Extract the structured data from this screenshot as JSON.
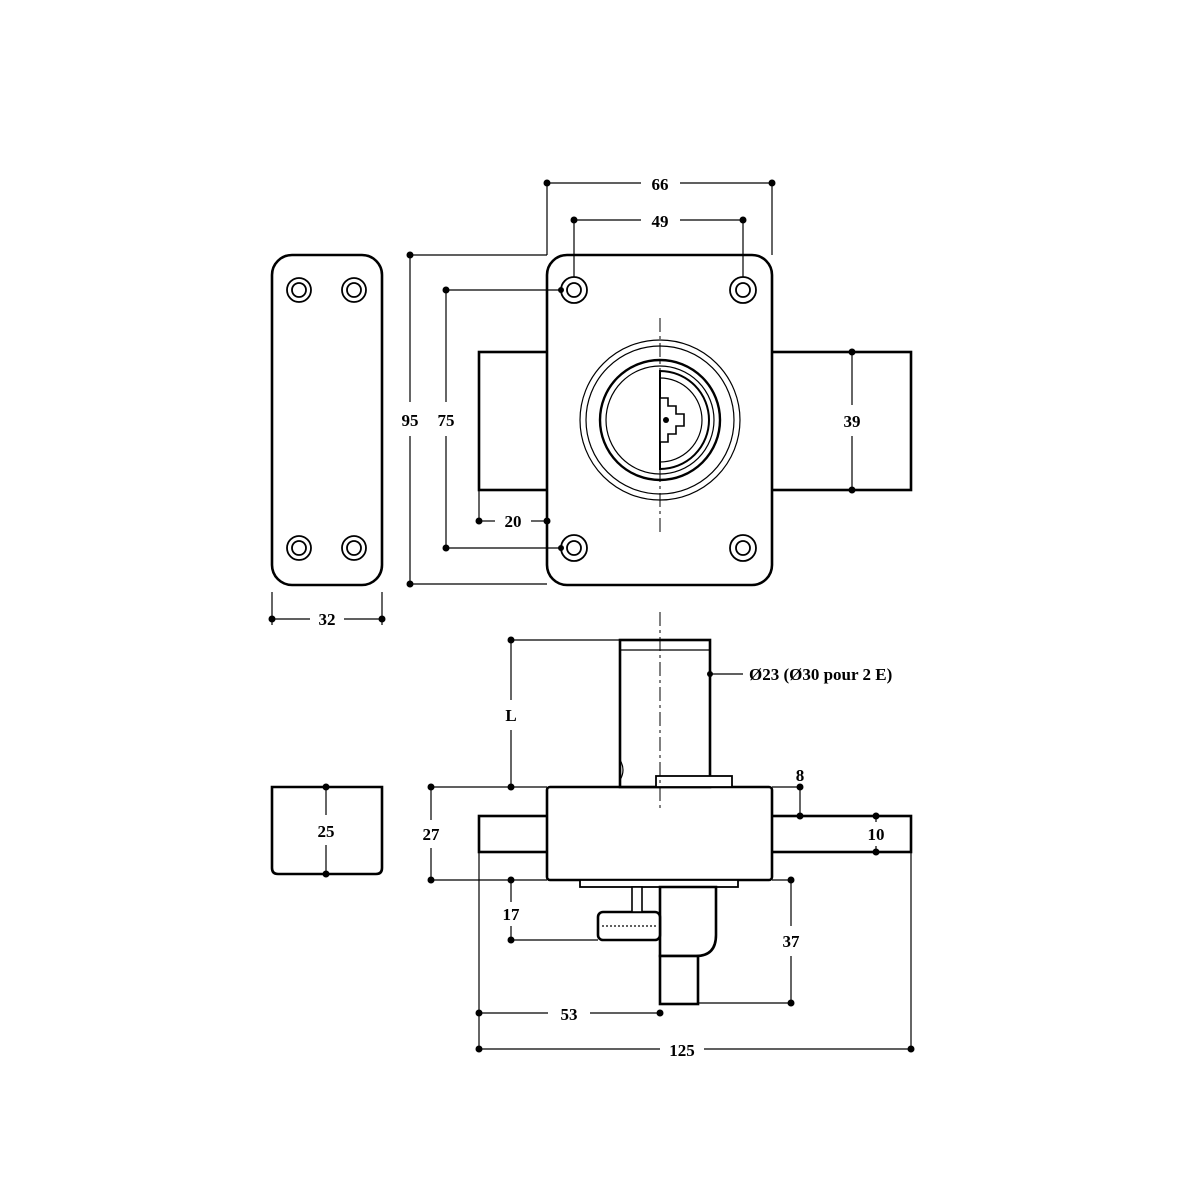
{
  "drawing": {
    "type": "technical-drawing",
    "views": [
      "strike-plate-front",
      "lock-front",
      "strike-plate-side",
      "lock-side"
    ]
  },
  "dimensions": {
    "strike_width": "32",
    "strike_depth": "25",
    "body_width": "66",
    "hole_spacing_h": "49",
    "body_height": "95",
    "hole_spacing_v": "75",
    "bolt_height": "39",
    "bolt_projection": "20",
    "cylinder_diameter": "Ø23 (Ø30 pour 2 E)",
    "cylinder_length": "L",
    "rim": "8",
    "bolt_thickness": "10",
    "body_depth": "27",
    "knob_offset": "17",
    "knob_depth": "37",
    "bolt_to_axis": "53",
    "total_width": "125"
  }
}
